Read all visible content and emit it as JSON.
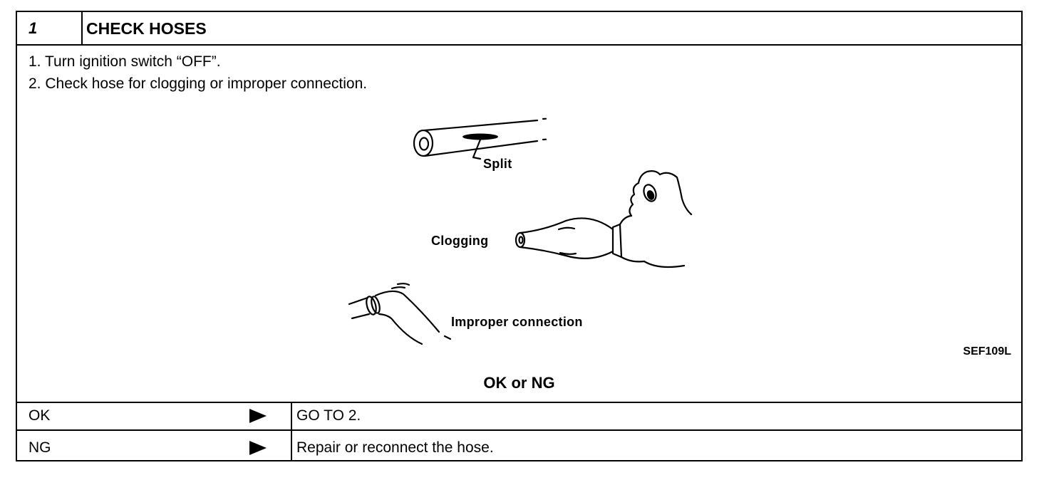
{
  "step": {
    "number": "1",
    "title": "CHECK HOSES"
  },
  "instructions": [
    "1.  Turn ignition switch “OFF”.",
    "2.  Check hose for clogging or improper connection."
  ],
  "illustration": {
    "labels": {
      "split": "Split",
      "clogging": "Clogging",
      "improper": "Improper connection"
    },
    "code": "SEF109L"
  },
  "decision": "OK or NG",
  "results": [
    {
      "label": "OK",
      "arrow_icon": "arrow-right-icon",
      "action": "GO TO 2."
    },
    {
      "label": "NG",
      "arrow_icon": "arrow-right-icon",
      "action": "Repair or reconnect the hose."
    }
  ]
}
